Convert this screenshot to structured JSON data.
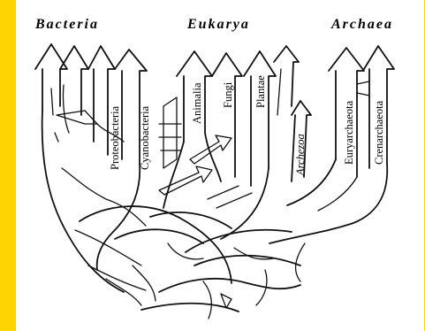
{
  "colors": {
    "frame": "#ffd400",
    "panel": "#ffffff",
    "ink": "#111111"
  },
  "domains": {
    "bacteria": "Bacteria",
    "eukarya": "Eukarya",
    "archaea": "Archaea"
  },
  "branches": {
    "proteobacteria": "Proteobacteria",
    "cyanobacteria": "Cyanobacteria",
    "animalia": "Animalia",
    "fungi": "Fungi",
    "plantae": "Plantae",
    "archezoa": "Archezoa",
    "euryarchaeota": "Euryarchaeota",
    "crenarchaeota": "Crenarchaeota"
  }
}
